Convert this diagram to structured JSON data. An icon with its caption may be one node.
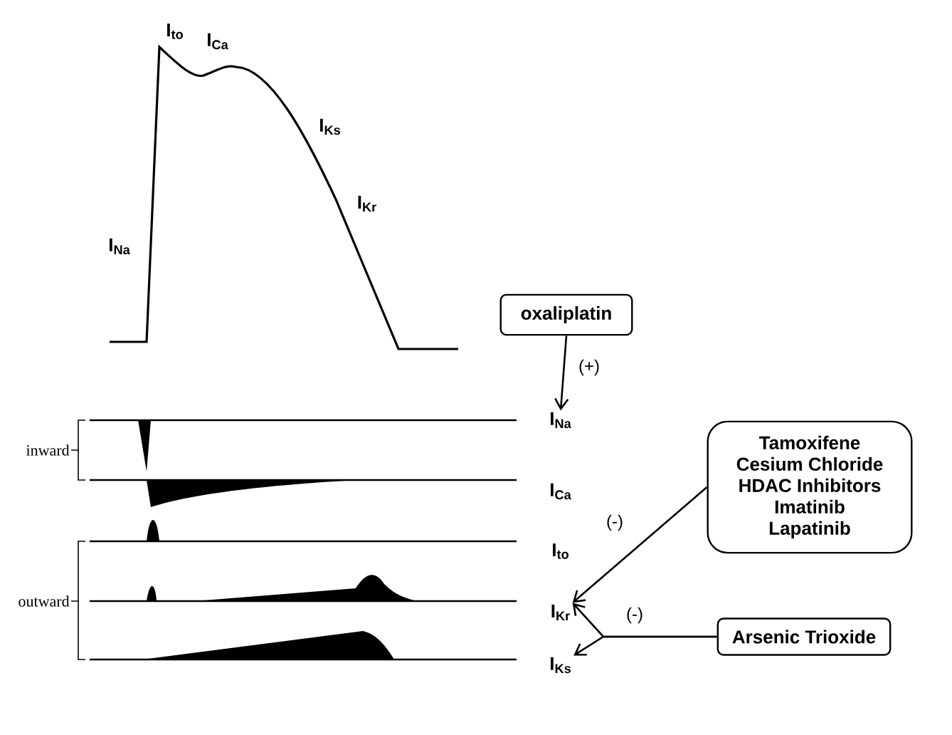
{
  "diagram": {
    "nodes": [
      {
        "text": [
          "oxaliplatin"
        ]
      },
      {
        "text": [
          "I$_{Na}$"
        ]
      },
      {
        "text": [
          "Tamoxifene",
          "Cesium Chloride",
          "HDAC Inhibitors",
          "Imatinib",
          "Lapatinib"
        ]
      },
      {
        "text": [
          "I$_{Kr}$"
        ]
      },
      {
        "text": [
          "Arsenic Trioxide"
        ]
      },
      {
        "text": [
          "I$_{Ks}$"
        ]
      }
    ],
    "edges": [
      {
        "from": 0,
        "to": 1,
        "arrow": "to",
        "label": "(+)"
      },
      {
        "from": 2,
        "to": 3,
        "arrow": "to",
        "label": "(-)"
      },
      {
        "from": 4,
        "to": 3,
        "arrow": "to",
        "label": "(-)"
      },
      {
        "from": 4,
        "to": 5,
        "arrow": "to"
      }
    ],
    "labels": [
      "I$_{to}$",
      "I$_{Ca}$",
      "I$_{Ks}$",
      "I$_{Kr}$",
      "I$_{Na}$",
      "inward",
      "I$_{Ca}$",
      "I$_{to}$",
      "outward"
    ]
  }
}
